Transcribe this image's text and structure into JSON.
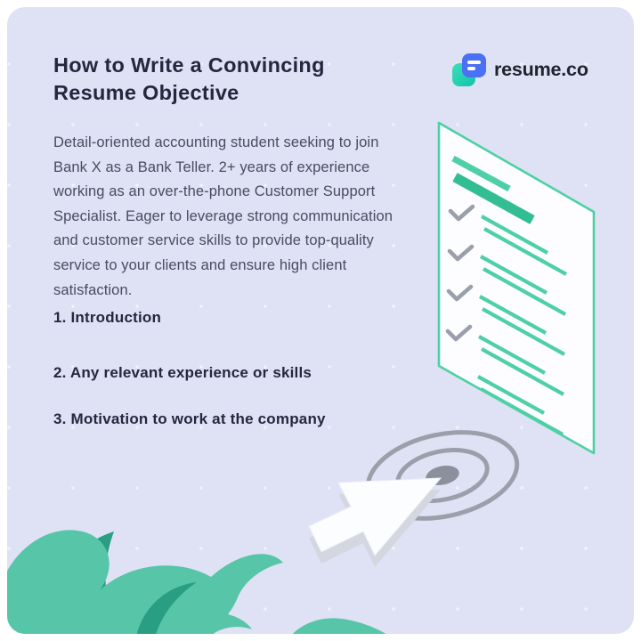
{
  "header": {
    "title": "How to Write a Convincing Resume Objective"
  },
  "brand": {
    "name": "resume.co"
  },
  "objective": {
    "text": "Detail-oriented accounting student seeking to join Bank X as a Bank Teller. 2+ years of experience working as an over-the-phone Customer Support Specialist. Eager to leverage strong communication and customer service skills to provide top-quality service to your clients and ensure high client satisfaction."
  },
  "steps": [
    "1. Introduction",
    "2. Any relevant experience or skills",
    "3. Motivation to work at the company"
  ],
  "colors": {
    "background": "#dfe2f4",
    "ink": "#23283f",
    "body-text": "#474c60",
    "green": "#4ed0a4",
    "green-dark": "#33bd92",
    "green-deep": "#2a9e82",
    "wave": "#57c5a7",
    "gray": "#9aa0ab",
    "gray-dark": "#8d909c",
    "blue": "#4a70f4",
    "teal": "#2fd0ad",
    "page": "#fdfdff"
  }
}
